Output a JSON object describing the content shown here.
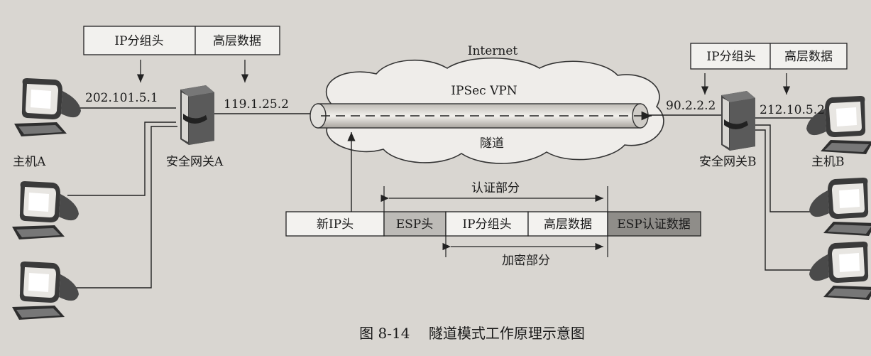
{
  "diagram": {
    "top_left_header": {
      "ip_header": "IP分组头",
      "upper_data": "高层数据"
    },
    "top_right_header": {
      "ip_header": "IP分组头",
      "upper_data": "高层数据"
    },
    "internet_label": "Internet",
    "vpn_label": "IPSec VPN",
    "tunnel_label": "隧道",
    "host_a": {
      "name": "主机A",
      "ip": "202.101.5.1"
    },
    "gateway_a": {
      "name": "安全网关A",
      "ip": "119.1.25.2"
    },
    "gateway_b": {
      "name": "安全网关B",
      "ip": "90.2.2.2"
    },
    "host_b": {
      "name": "主机B",
      "ip": "212.10.5.2"
    },
    "auth_span": "认证部分",
    "encrypt_span": "加密部分",
    "packet": {
      "new_ip_header": "新IP头",
      "esp_header": "ESP头",
      "ip_header": "IP分组头",
      "upper_data": "高层数据",
      "esp_auth": "ESP认证数据"
    },
    "caption": "图 8-14　 隧道模式工作原理示意图"
  }
}
